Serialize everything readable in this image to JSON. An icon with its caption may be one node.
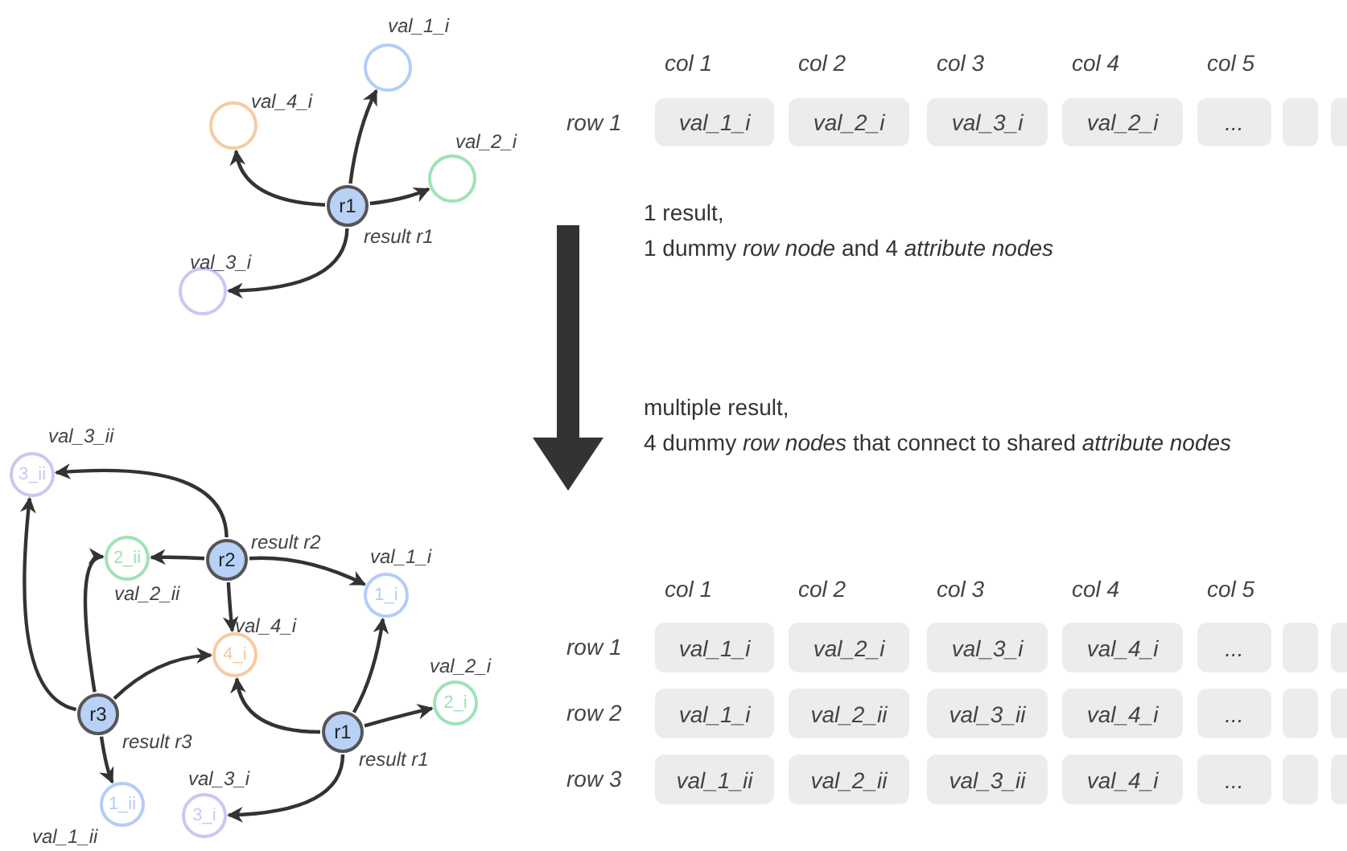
{
  "diagram": {
    "nodes": [
      {
        "text": [
          "r1"
        ],
        "beside": [
          "result r1"
        ]
      },
      {
        "text": [
          "val_1_i"
        ]
      },
      {
        "text": [
          "val_4_i"
        ]
      },
      {
        "text": [
          "val_2_i"
        ]
      },
      {
        "text": [
          "val_3_i"
        ]
      },
      {
        "text": [
          "val_3_ii",
          "3_ii"
        ]
      },
      {
        "text": [
          "r2"
        ],
        "beside": [
          "result r2"
        ]
      },
      {
        "text": [
          "2_ii",
          "val_2_ii"
        ]
      },
      {
        "text": [
          "val_1_i",
          "1_i"
        ]
      },
      {
        "text": [
          "val_4_i",
          "4_i"
        ]
      },
      {
        "text": [
          "r3"
        ],
        "beside": [
          "result r3"
        ]
      },
      {
        "text": [
          "r1"
        ],
        "beside": [
          "result r1"
        ]
      },
      {
        "text": [
          "val_2_i",
          "2_i"
        ]
      },
      {
        "text": [
          "1_ii",
          "val_1_ii"
        ]
      },
      {
        "text": [
          "val_3_i",
          "3_i"
        ]
      }
    ],
    "edges": [
      {
        "from": 0,
        "to": 1,
        "arrow": "to"
      },
      {
        "from": 0,
        "to": 2,
        "arrow": "to"
      },
      {
        "from": 0,
        "to": 3,
        "arrow": "to"
      },
      {
        "from": 0,
        "to": 4,
        "arrow": "to"
      },
      {
        "from": 6,
        "to": 5,
        "arrow": "to"
      },
      {
        "from": 6,
        "to": 7,
        "arrow": "to"
      },
      {
        "from": 6,
        "to": 8,
        "arrow": "to"
      },
      {
        "from": 6,
        "to": 9,
        "arrow": "to"
      },
      {
        "from": 10,
        "to": 5,
        "arrow": "to"
      },
      {
        "from": 10,
        "to": 7,
        "arrow": "to"
      },
      {
        "from": 10,
        "to": 9,
        "arrow": "to"
      },
      {
        "from": 10,
        "to": 13,
        "arrow": "to"
      },
      {
        "from": 11,
        "to": 9,
        "arrow": "to"
      },
      {
        "from": 11,
        "to": 8,
        "arrow": "to"
      },
      {
        "from": 11,
        "to": 12,
        "arrow": "to"
      },
      {
        "from": 11,
        "to": 14,
        "arrow": "to"
      }
    ],
    "labels": [
      "col 1",
      "col 2",
      "col 3",
      "col 4",
      "col 5",
      "row 1",
      "val_1_i",
      "val_2_i",
      "val_3_i",
      "val_2_i",
      "...",
      "1 result,",
      "1 dummy *row node* and 4 *attribute nodes*",
      "multiple result,",
      "4 dummy *row nodes* that connect to shared *attribute nodes*",
      "col 1",
      "col 2",
      "col 3",
      "col 4",
      "col 5",
      "row 1",
      "val_1_i",
      "val_2_i",
      "val_3_i",
      "val_4_i",
      "...",
      "row 2",
      "val_1_i",
      "val_2_ii",
      "val_3_ii",
      "val_4_i",
      "...",
      "row 3",
      "val_1_ii",
      "val_2_ii",
      "val_3_ii",
      "val_4_i",
      "..."
    ]
  }
}
